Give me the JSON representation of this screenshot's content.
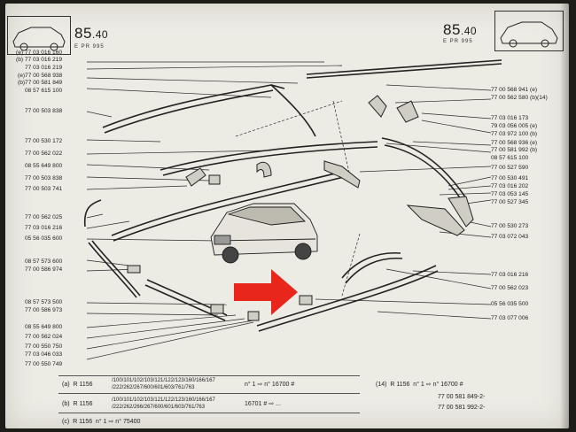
{
  "header": {
    "left_number": "85",
    "left_suffix": ".40",
    "left_sub": "E          PR 995",
    "right_number": "85",
    "right_suffix": ".40",
    "right_sub": "E          PR 995"
  },
  "left_labels": [
    {
      "text": "(e) 77 03 016 160"
    },
    {
      "text": "(b) 77 03 016 219"
    },
    {
      "text": "77 03 016 219"
    },
    {
      "text": "(e)77 00 568 938"
    },
    {
      "text": "(b)77 00 581 849"
    },
    {
      "text": "08 57 615 100"
    },
    {
      "text": "77 00 503 838"
    },
    {
      "text": "77 00 530 172"
    },
    {
      "text": "77 00 562 022"
    },
    {
      "text": "08 55 649 800"
    },
    {
      "text": "77 00 503 838"
    },
    {
      "text": "77 00 503 741"
    },
    {
      "text": "77 00 562 025"
    },
    {
      "text": "77 03 016 216"
    },
    {
      "text": "05 56 035 600"
    },
    {
      "text": "08 57 573 600"
    },
    {
      "text": "77 00 586 974"
    },
    {
      "text": "08 57 573 500"
    },
    {
      "text": "77 00 586 973"
    },
    {
      "text": "08 55 649 800"
    },
    {
      "text": "77 00 562 024"
    },
    {
      "text": "77 00 550 750"
    },
    {
      "text": "77 03 046 033"
    },
    {
      "text": "77 00 550 749"
    }
  ],
  "right_labels": [
    {
      "text": "77 00 568 941 (e)"
    },
    {
      "text": "77 00 562 580 (b)(14)"
    },
    {
      "text": "77 03 016 173"
    },
    {
      "text": "79 03 056 005 (e)"
    },
    {
      "text": "77 03 972 100 (b)"
    },
    {
      "text": "77 00 568 936 (e)"
    },
    {
      "text": "77 00 581 992 (b)"
    },
    {
      "text": "08 57 615 100"
    },
    {
      "text": "77 00 527 590"
    },
    {
      "text": "77 00 530 491"
    },
    {
      "text": "77 03 016 202"
    },
    {
      "text": "77 03 053 145"
    },
    {
      "text": "77 00 527 345"
    },
    {
      "text": "77 00 530 273"
    },
    {
      "text": "77 03 072 043"
    },
    {
      "text": "77 03 016 216"
    },
    {
      "text": "77 00 562 023"
    },
    {
      "text": "05 56 035 500"
    },
    {
      "text": "77 03 077 006"
    }
  ],
  "table_left": [
    {
      "code": "(a)",
      "model": "R 1156",
      "variants": "/100/101/102/103/121/122/123/160/166/167",
      "variants2": "/222/262/267/600/601/603/761/763",
      "change": "n° 1 ⇨ n° 16700 #"
    },
    {
      "code": "(b)",
      "model": "R 1156",
      "variants": "/100/101/102/103/121/122/123/160/166/167",
      "variants2": "/222/262/266/267/600/601/603/761/763",
      "change": "16701 # ⇨ ..."
    },
    {
      "code": "(c)",
      "model": "R 1156",
      "variants": "",
      "variants2": "",
      "change": "n° 1 ⇨ n° 75400"
    }
  ],
  "table_right": [
    {
      "code": "(14)",
      "model": "R 1156",
      "change": "n° 1 ⇨ n° 16700 #"
    },
    {
      "code": "",
      "model": "",
      "change": "77 00 581 849-2-"
    },
    {
      "code": "",
      "model": "",
      "change": "77 00 581 992-2-"
    }
  ],
  "colors": {
    "paper": "#ecebe4",
    "ink": "#1e1e1e",
    "arrow": "#e8261c"
  }
}
